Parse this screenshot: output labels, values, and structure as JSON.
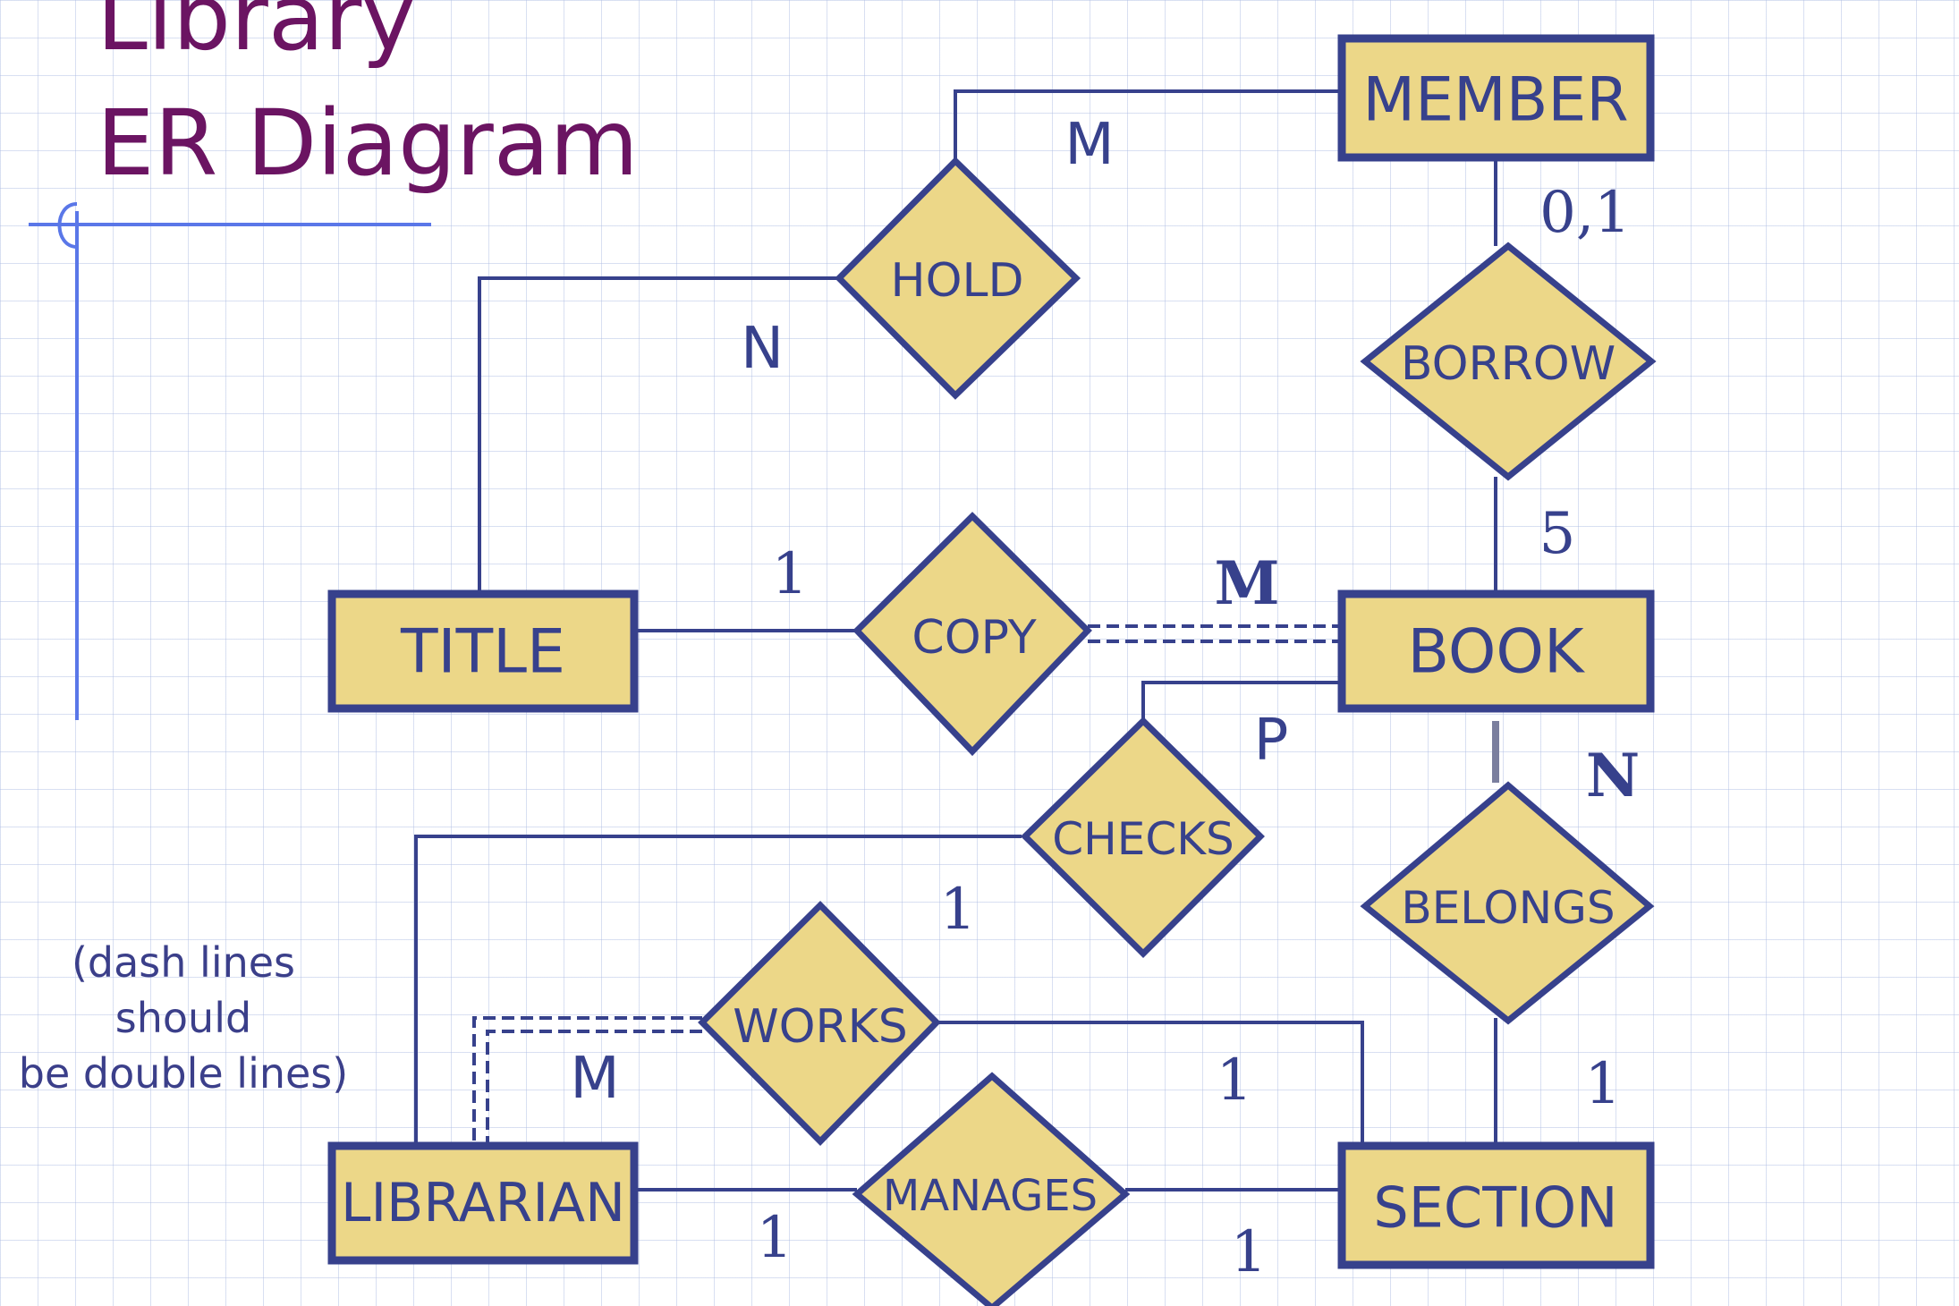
{
  "title": {
    "line1": "Library",
    "line2": "ER Diagram"
  },
  "note": {
    "line1": "(dash lines should",
    "line2": "be double lines)"
  },
  "entities": {
    "member": "MEMBER",
    "title": "TITLE",
    "book": "BOOK",
    "librarian": "LIBRARIAN",
    "section": "SECTION"
  },
  "relationships": {
    "hold": "HOLD",
    "borrow": "BORROW",
    "copy": "COPY",
    "checks": "CHECKS",
    "belongs": "BELONGS",
    "works": "WORKS",
    "manages": "MANAGES"
  },
  "cardinalities": {
    "hold_member": "M",
    "hold_title": "N",
    "borrow_member": "0,1",
    "borrow_book": "5",
    "copy_title": "1",
    "copy_book": "M",
    "checks_book": "P",
    "checks_librarian": "1",
    "belongs_book": "N",
    "belongs_section": "1",
    "works_librarian": "M",
    "works_section": "1",
    "manages_librarian": "1",
    "manages_section": "1"
  },
  "colors": {
    "entity_fill": "#ecd788",
    "stroke": "#37418c",
    "title": "#6b1462",
    "guide": "#5a77e8"
  }
}
